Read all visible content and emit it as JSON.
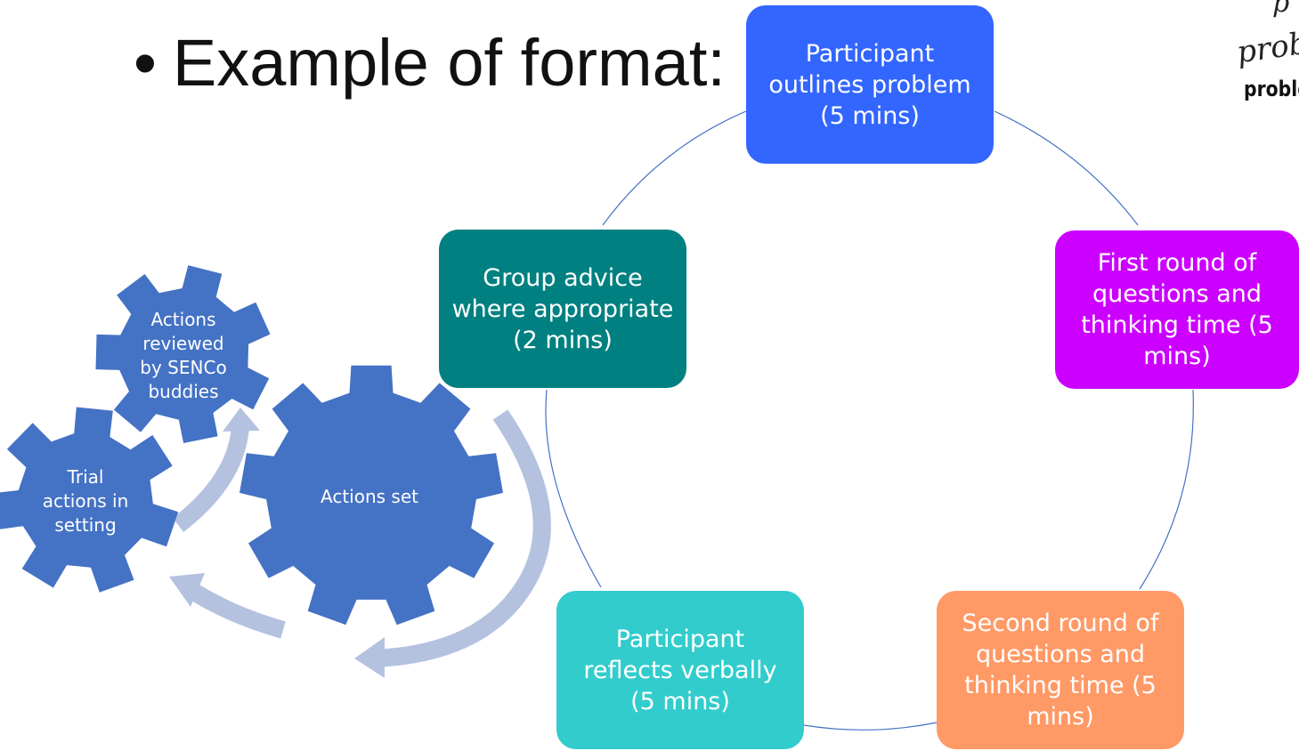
{
  "slide": {
    "bullet": "•",
    "title": "Example of format:"
  },
  "cycle": [
    {
      "text": "Participant outlines problem (5 mins)",
      "color": "#3366FF"
    },
    {
      "text": "First round of questions and thinking time (5 mins)",
      "color": "#CC00FF"
    },
    {
      "text": "Second round of questions and thinking time (5 mins)",
      "color": "#FF9966"
    },
    {
      "text": "Participant reflects verbally (5 mins)",
      "color": "#33CCCC"
    },
    {
      "text": "Group advice where appropriate (2 mins)",
      "color": "#008080"
    }
  ],
  "gears": {
    "color": "#4472C4",
    "arrow_color": "#B4C2E0",
    "large": "Actions set",
    "top": "Actions reviewed by SENCo buddies",
    "left": "Trial actions in setting"
  },
  "corner_image": {
    "line_1": "prob",
    "line_2": "problem"
  }
}
